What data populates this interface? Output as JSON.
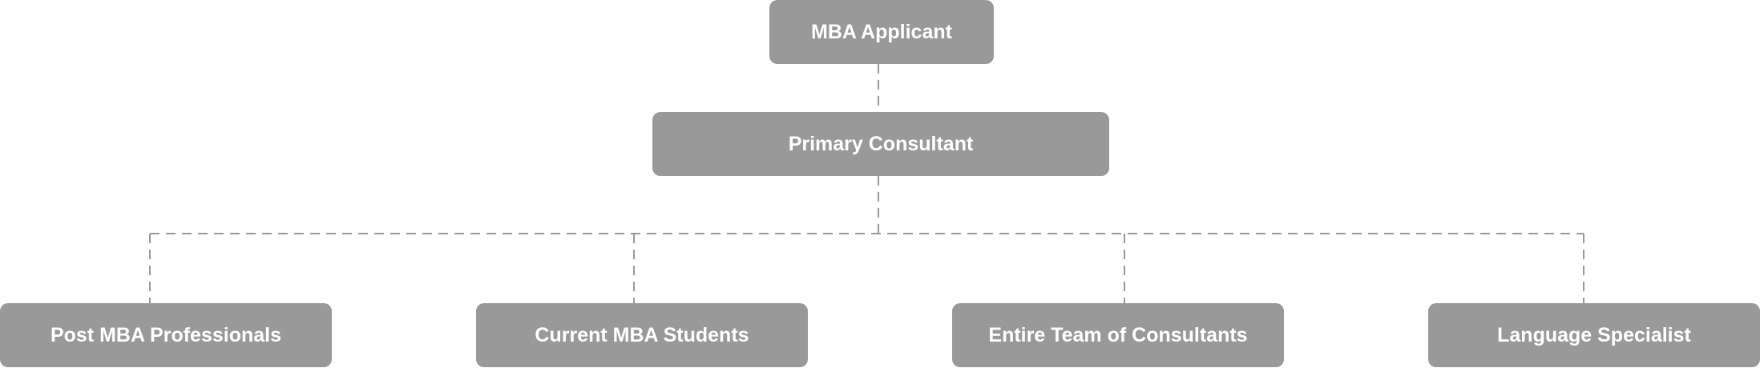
{
  "diagram": {
    "type": "org-chart",
    "colors": {
      "node_fill": "#999999",
      "node_text": "#ffffff",
      "connector": "#999999"
    },
    "root": {
      "label": "MBA Applicant"
    },
    "primary": {
      "label": "Primary Consultant"
    },
    "children": [
      {
        "label": "Post MBA Professionals"
      },
      {
        "label": "Current MBA Students"
      },
      {
        "label": "Entire Team of Consultants"
      },
      {
        "label": "Language Specialist"
      }
    ],
    "connector_style": "dashed"
  }
}
